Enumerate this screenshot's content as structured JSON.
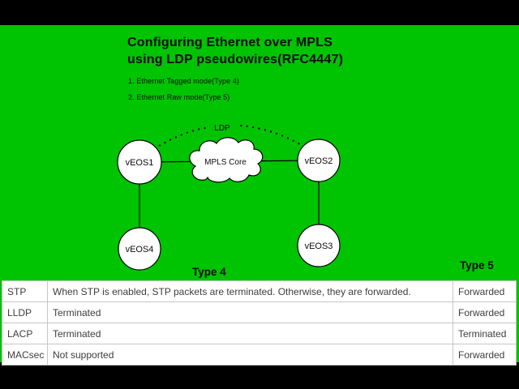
{
  "slide": {
    "background_color": "#00c301",
    "title_line1": "Configuring Ethernet over MPLS",
    "title_line2": "using LDP pseudowires(RFC4447)",
    "list_items": {
      "item1": "1. Ethernet Tagged mode(Type 4)",
      "item2": "2. Ethernet Raw mode(Type 5)"
    }
  },
  "diagram": {
    "ldp_label": "LDP",
    "cloud_label": "MPLS Core",
    "nodes": {
      "node1": "vEOS1",
      "node2": "vEOS2",
      "node3": "vEOS3",
      "node4": "vEOS4"
    }
  },
  "table": {
    "type4_header": "Type 4",
    "type5_header": "Type 5",
    "rows": [
      {
        "protocol": "STP",
        "type4": "When STP is enabled, STP packets are terminated. Otherwise, they are forwarded.",
        "type5": "Forwarded"
      },
      {
        "protocol": "LLDP",
        "type4": "Terminated",
        "type5": "Forwarded"
      },
      {
        "protocol": "LACP",
        "type4": "Terminated",
        "type5": "Terminated"
      },
      {
        "protocol": "MACsec",
        "type4": "Not supported",
        "type5": "Forwarded"
      }
    ]
  }
}
